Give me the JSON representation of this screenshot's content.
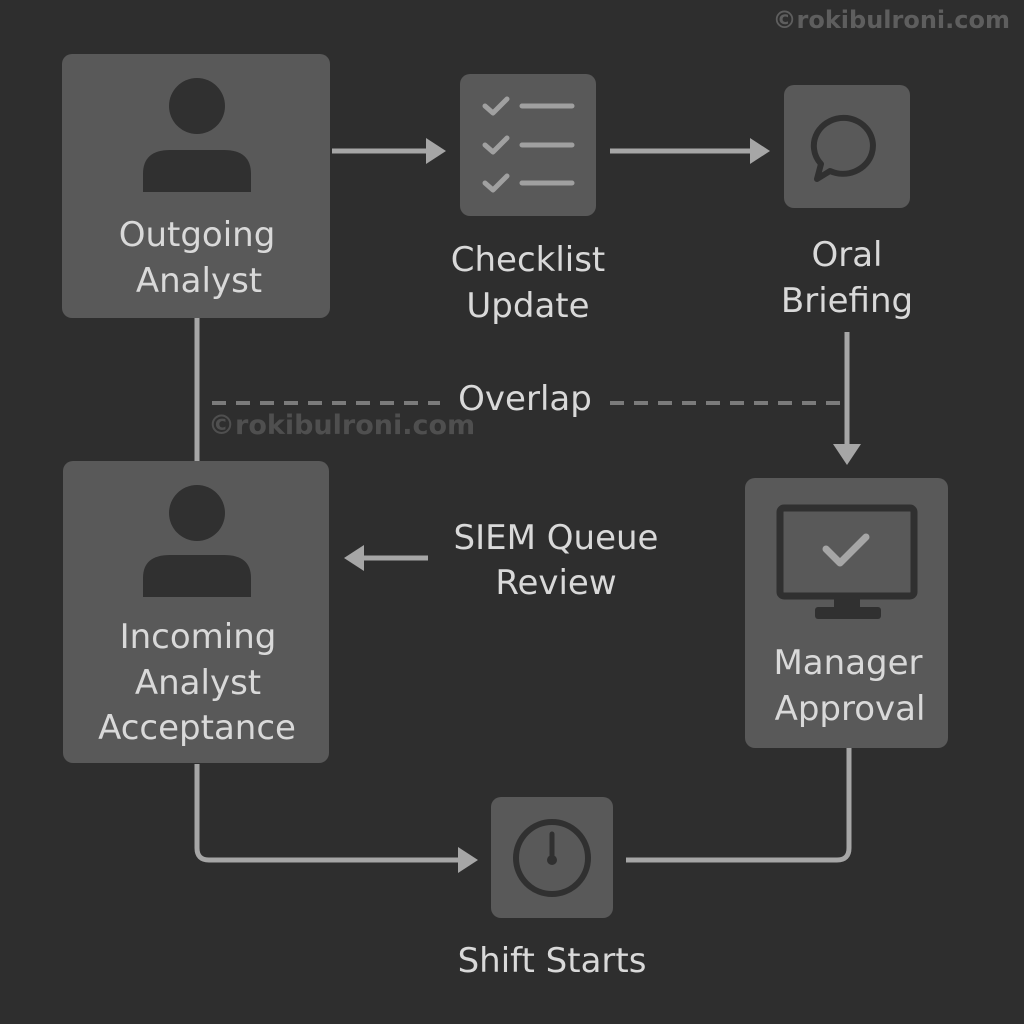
{
  "watermark": "©rokibulroni.com",
  "nodes": {
    "outgoing": {
      "line1": "Outgoing",
      "line2": "Analyst"
    },
    "checklist": {
      "line1": "Checklist",
      "line2": "Update"
    },
    "oral": {
      "line1": "Oral",
      "line2": "Briefing"
    },
    "manager": {
      "line1": "Manager",
      "line2": "Approval"
    },
    "incoming": {
      "line1": "Incoming",
      "line2": "Analyst",
      "line3": "Acceptance"
    },
    "shift": {
      "line1": "Shift Starts"
    }
  },
  "edges": {
    "overlap": "Overlap",
    "siem": {
      "line1": "SIEM Queue",
      "line2": "Review"
    }
  },
  "icons": {
    "outgoing": "person-icon",
    "checklist": "checklist-icon",
    "oral": "speech-bubble-icon",
    "manager": "monitor-check-icon",
    "incoming": "person-icon",
    "shift": "clock-icon"
  },
  "colors": {
    "background": "#2e2e2e",
    "node_fill": "#595959",
    "text": "#d9d9d9",
    "connector": "#a6a6a6"
  }
}
